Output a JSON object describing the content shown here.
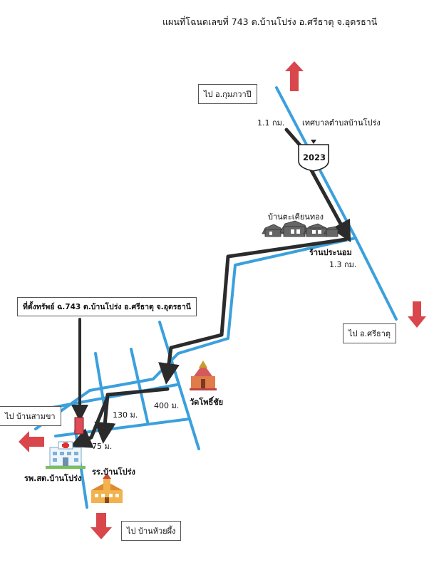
{
  "title": "แผนที่โฉนดเลขที่ 743 ต.บ้านโปร่ง อ.ศรีธาตุ จ.อุดรธานี",
  "destinations": {
    "north": "ไป อ.กุมภวาปี",
    "southeast": "ไป อ.ศรีธาตุ",
    "west": "ไป บ้านสามขา",
    "south": "ไป บ้านห้วยผึ้ง"
  },
  "property_label": "ที่ตั้งทรัพย์ ฉ.743 ต.บ้านโปร่ง อ.ศรีธาตุ จ.อุดรธานี",
  "distances": {
    "d1": "1.1 กม.",
    "d2": "1.3 กม.",
    "d3": "400 ม.",
    "d4": "130 ม.",
    "d5": "75 ม."
  },
  "landmarks": {
    "municipality": "เทศบาลตำบลบ้านโปร่ง",
    "road_number": "2023",
    "village": "บ้านตะเคียนทอง",
    "shop": "ร้านประนอม",
    "temple": "วัดโพธิ์ชัย",
    "hospital": "รพ.สต.บ้านโปร่ง",
    "school": "รร.บ้านโปร่ง"
  },
  "colors": {
    "road": "#3ba0dc",
    "route": "#2b2b2b",
    "arrow": "#d9464b",
    "property": "#e04b55"
  },
  "icons": [
    "arrow-up-icon",
    "arrow-down-icon",
    "arrow-left-icon",
    "highway-shield-icon",
    "houses-icon",
    "temple-icon",
    "hospital-icon",
    "school-icon",
    "property-marker-icon"
  ]
}
